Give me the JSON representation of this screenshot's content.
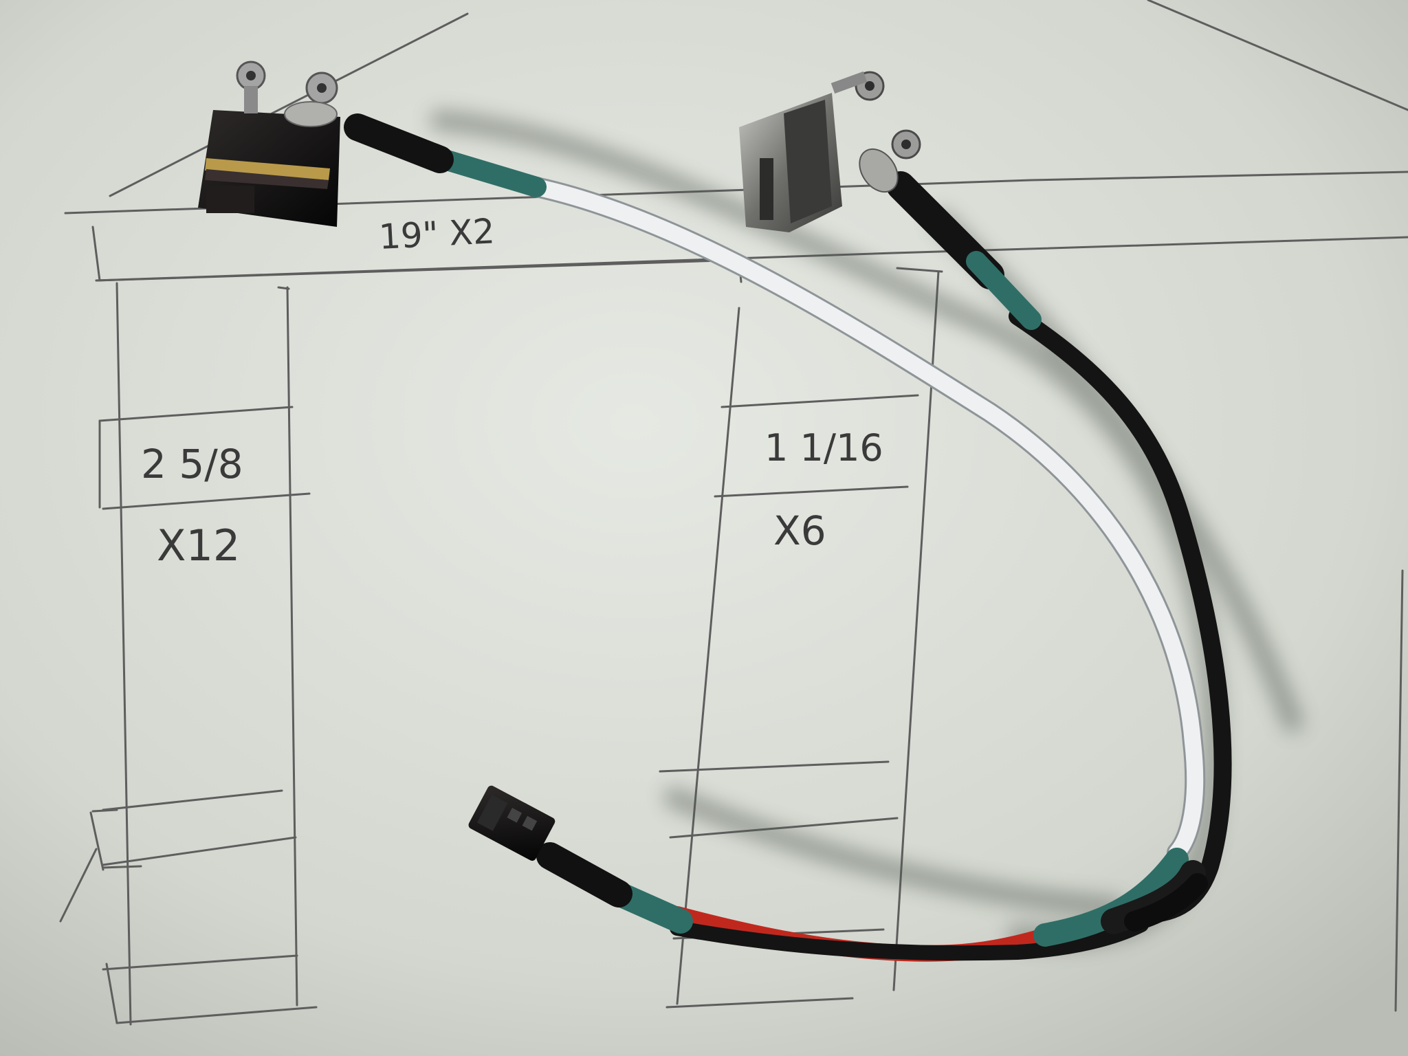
{
  "sketch": {
    "labels": {
      "top_rail": "19\" X2",
      "left_panel_size": "2 5/8",
      "left_panel_qty": "X12",
      "right_panel_size": "1 1/16",
      "right_panel_qty": "X6"
    }
  },
  "colors": {
    "paper": "#dfe3dc",
    "pencil": "#5a5a5a",
    "wire_white": "#eef0f2",
    "wire_black": "#141414",
    "wire_red": "#c0281e",
    "heat_shrink_teal": "#2f6e66",
    "heat_shrink_black": "#1a1a1a",
    "clamp_dark": "#141414",
    "clamp_nickel": "#8a8a88",
    "screw": "#9a9a9a"
  },
  "icons": {
    "left_clamp": "clamp-block-dark-icon",
    "right_clamp": "clamp-block-nickel-icon",
    "connector": "two-pin-connector-icon"
  }
}
